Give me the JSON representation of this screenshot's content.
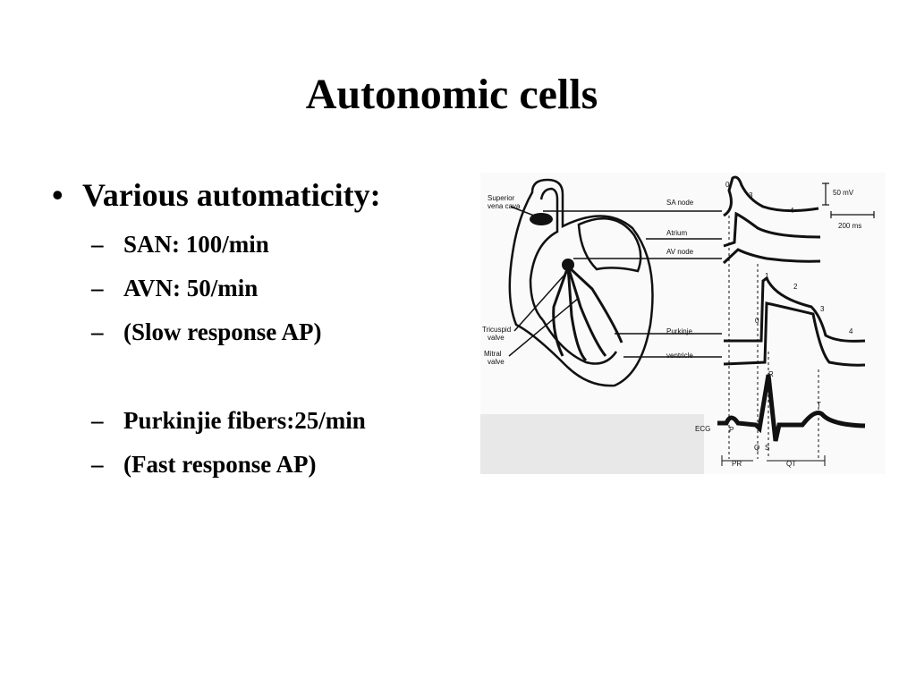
{
  "slide": {
    "title": "Autonomic cells",
    "bullet_char": "•",
    "dash_char": "–",
    "bullet": "Various automaticity:",
    "group1": [
      "SAN: 100/min",
      "AVN: 50/min",
      "(Slow response AP)"
    ],
    "group2": [
      "Purkinjie fibers:25/min",
      "(Fast response AP)"
    ]
  },
  "figure": {
    "heart_labels": {
      "superior_vena_cava": [
        "Superior",
        "vena cava"
      ],
      "tricuspid_valve": [
        "Tricuspid",
        "valve"
      ],
      "mitral_valve": [
        "Mitral",
        "valve"
      ]
    },
    "trace_labels": {
      "sa_node": "SA node",
      "atrium": "Atrium",
      "av_node": "AV node",
      "purkinje": "Purkinje",
      "ventricle": "ventricle",
      "ecg": "ECG"
    },
    "scale": {
      "voltage": "50 mV",
      "time": "200 ms"
    },
    "phase_labels": {
      "sa_0": "0",
      "sa_3": "3",
      "sa_4": "4",
      "pk_0": "0",
      "pk_1": "1",
      "pk_2": "2",
      "pk_3": "3",
      "pk_4": "4"
    },
    "ecg_labels": {
      "p": "P",
      "q": "Q",
      "r": "R",
      "s": "S",
      "t": "T",
      "pr": "PR",
      "qt": "QT"
    }
  }
}
